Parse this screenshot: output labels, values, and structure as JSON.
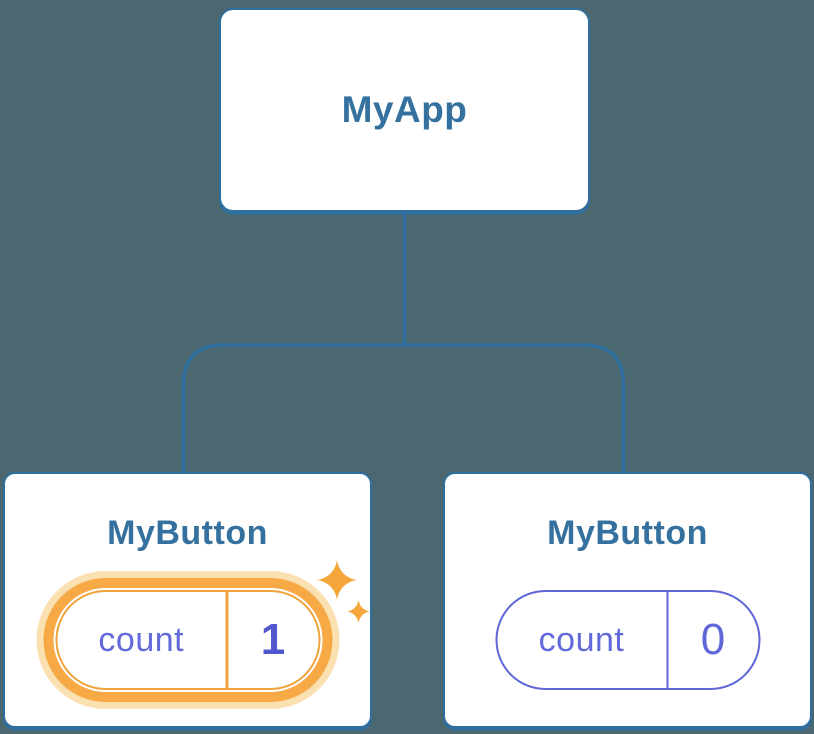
{
  "diagram": {
    "description": "React component tree showing a state update",
    "background_color": "#4B676F",
    "connector_color": "#2E6FA0",
    "root": {
      "label": "MyApp"
    },
    "children": [
      {
        "label": "MyButton",
        "highlighted": true,
        "state": {
          "key": "count",
          "value": "1"
        }
      },
      {
        "label": "MyButton",
        "highlighted": false,
        "state": {
          "key": "count",
          "value": "0"
        }
      }
    ],
    "colors": {
      "card_background": "#FFFFFF",
      "card_border": "#2E6FA0",
      "title_text": "#35719F",
      "state_key_text": "#6269DB",
      "state_value_plain": "#5F66D8",
      "state_value_updated": "#5157CE",
      "pill_border_plain": "#5E66D6",
      "pill_border_updated": "#F0A23C",
      "highlight_ring": "#F7A945",
      "highlight_glow": "#FBE0B2",
      "sparkle": "#F5A73B"
    }
  }
}
